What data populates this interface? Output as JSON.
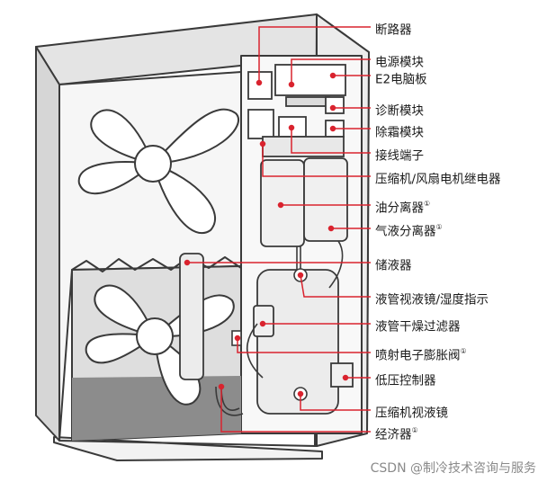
{
  "labels": [
    {
      "text": "断路器",
      "sup": ""
    },
    {
      "text": "电源模块",
      "sup": ""
    },
    {
      "text": "E2电脑板",
      "sup": ""
    },
    {
      "text": "诊断模块",
      "sup": ""
    },
    {
      "text": "除霜模块",
      "sup": ""
    },
    {
      "text": "接线端子",
      "sup": ""
    },
    {
      "text": "压缩机/风扇电机继电器",
      "sup": ""
    },
    {
      "text": "油分离器",
      "sup": "①"
    },
    {
      "text": "气液分离器",
      "sup": "①"
    },
    {
      "text": "储液器",
      "sup": ""
    },
    {
      "text": "液管视液镜/湿度指示",
      "sup": ""
    },
    {
      "text": "液管干燥过滤器",
      "sup": ""
    },
    {
      "text": "喷射电子膨胀阀",
      "sup": "①"
    },
    {
      "text": "低压控制器",
      "sup": ""
    },
    {
      "text": "压缩机视液镜",
      "sup": ""
    },
    {
      "text": "经济器",
      "sup": "①"
    }
  ],
  "watermark": "CSDN @制冷技术咨询与服务",
  "colors": {
    "leader": "#d9232e",
    "outline": "#3a3a3a",
    "panel": "#e6e6e6",
    "dark": "#8c8c8c"
  }
}
